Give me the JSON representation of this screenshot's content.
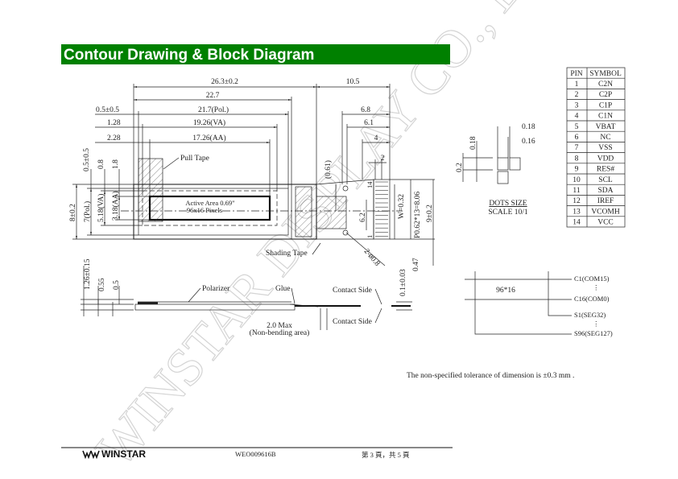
{
  "header": {
    "title": "Contour Drawing & Block Diagram",
    "color": "#008000"
  },
  "dims": {
    "d1": "26.3±0.2",
    "d2": "10.5",
    "d3": "22.7",
    "d4": "0.5±0.5",
    "d5": "21.7(Pol.)",
    "d6": "1.28",
    "d7": "19.26(VA)",
    "d8": "2.28",
    "d9": "17.26(AA)",
    "d10": "6.8",
    "d11": "6.1",
    "d12": "4",
    "d13": "2",
    "v1": "0.5±0.5",
    "v2": "0.8",
    "v3": "1.8",
    "v4": "8±0.2",
    "v5": "7(Pol.)",
    "v6": "5.18(VA)",
    "v7": "3.18(AA)",
    "v8": "(0.61)",
    "v9": "14",
    "v10": "6.2",
    "v11": "1",
    "v12": "W=0.32",
    "v13": "P0.62*13=8.06",
    "v14": "9±0.2",
    "v15": "2-ø0.8",
    "v16": "0.47",
    "v17": "0.1±0.03",
    "s1": "1.26±0.15",
    "s2": "0.55",
    "s3": "0.5"
  },
  "labels": {
    "pull_tape": "Pull Tape",
    "active_area": "Active Area 0.69\"",
    "pixels": "96x16 Pixels",
    "shading_tape": "Shading Tape",
    "polarizer": "Polarizer",
    "glue": "Glue",
    "contact_side_top": "Contact Side",
    "contact_side_bottom": "Contact Side",
    "max": "2.0 Max",
    "non_bending": "(Non-bending area)"
  },
  "dots": {
    "h1": "0.18",
    "h2": "0.16",
    "v1": "0.18",
    "v2": "0.2",
    "title": "DOTS SIZE",
    "scale": "SCALE 10/1"
  },
  "pin_table": {
    "headers": [
      "PIN",
      "SYMBOL"
    ],
    "rows": [
      [
        "1",
        "C2N"
      ],
      [
        "2",
        "C2P"
      ],
      [
        "3",
        "C1P"
      ],
      [
        "4",
        "C1N"
      ],
      [
        "5",
        "VBAT"
      ],
      [
        "6",
        "NC"
      ],
      [
        "7",
        "VSS"
      ],
      [
        "8",
        "VDD"
      ],
      [
        "9",
        "RES#"
      ],
      [
        "10",
        "SCL"
      ],
      [
        "11",
        "SDA"
      ],
      [
        "12",
        "IREF"
      ],
      [
        "13",
        "VCOMH"
      ],
      [
        "14",
        "VCC"
      ]
    ]
  },
  "block": {
    "center": "96*16",
    "c1": "C1(COM15)",
    "dots1": "⋮",
    "c16": "C16(COM0)",
    "s1": "S1(SEG32)",
    "dots2": "⋮",
    "s96": "S96(SEG127)"
  },
  "note": "The non-specified tolerance of dimension is ±0.3 mm .",
  "footer": {
    "logo": "WINSTAR",
    "doc": "WEO009616B",
    "page": "第 3 頁，共 5 頁"
  },
  "watermark": "WINSTAR DISPLAY CO., LTD"
}
